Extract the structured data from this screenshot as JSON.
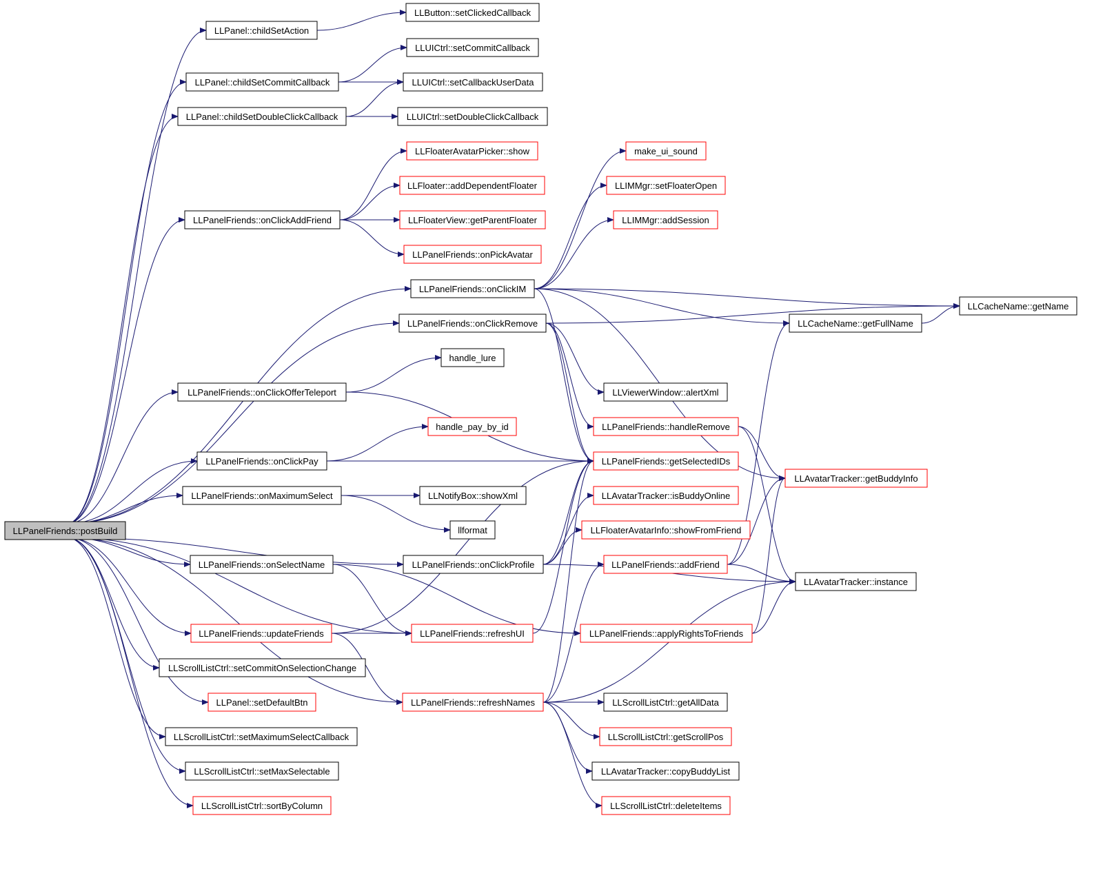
{
  "colors": {
    "edge": "#191970",
    "node_border_default": "#000000",
    "node_border_truncated": "#ff0000",
    "root_fill": "#bfbfbf"
  },
  "nodes": [
    {
      "id": "postBuild",
      "label": "LLPanelFriends::postBuild",
      "border": "black",
      "root": true
    },
    {
      "id": "childSetAction",
      "label": "LLPanel::childSetAction",
      "border": "black"
    },
    {
      "id": "childSetCommitCallback",
      "label": "LLPanel::childSetCommitCallback",
      "border": "black"
    },
    {
      "id": "childSetDoubleClickCallback",
      "label": "LLPanel::childSetDoubleClickCallback",
      "border": "black"
    },
    {
      "id": "onClickAddFriend",
      "label": "LLPanelFriends::onClickAddFriend",
      "border": "black"
    },
    {
      "id": "onClickIM",
      "label": "LLPanelFriends::onClickIM",
      "border": "black"
    },
    {
      "id": "onClickRemove",
      "label": "LLPanelFriends::onClickRemove",
      "border": "black"
    },
    {
      "id": "onClickOfferTeleport",
      "label": "LLPanelFriends::onClickOfferTeleport",
      "border": "black"
    },
    {
      "id": "onClickPay",
      "label": "LLPanelFriends::onClickPay",
      "border": "black"
    },
    {
      "id": "onMaximumSelect",
      "label": "LLPanelFriends::onMaximumSelect",
      "border": "black"
    },
    {
      "id": "onSelectName",
      "label": "LLPanelFriends::onSelectName",
      "border": "black"
    },
    {
      "id": "onClickProfile",
      "label": "LLPanelFriends::onClickProfile",
      "border": "black"
    },
    {
      "id": "updateFriends",
      "label": "LLPanelFriends::updateFriends",
      "border": "red"
    },
    {
      "id": "setCommitOnSelectionChange",
      "label": "LLScrollListCtrl::setCommitOnSelectionChange",
      "border": "black"
    },
    {
      "id": "setDefaultBtn",
      "label": "LLPanel::setDefaultBtn",
      "border": "red"
    },
    {
      "id": "setMaximumSelectCallback",
      "label": "LLScrollListCtrl::setMaximumSelectCallback",
      "border": "black"
    },
    {
      "id": "setMaxSelectable",
      "label": "LLScrollListCtrl::setMaxSelectable",
      "border": "black"
    },
    {
      "id": "sortByColumn",
      "label": "LLScrollListCtrl::sortByColumn",
      "border": "red"
    },
    {
      "id": "setClickedCallback",
      "label": "LLButton::setClickedCallback",
      "border": "black"
    },
    {
      "id": "setCommitCallback",
      "label": "LLUICtrl::setCommitCallback",
      "border": "black"
    },
    {
      "id": "setCallbackUserData",
      "label": "LLUICtrl::setCallbackUserData",
      "border": "black"
    },
    {
      "id": "setDoubleClickCallback",
      "label": "LLUICtrl::setDoubleClickCallback",
      "border": "black"
    },
    {
      "id": "avatarPickerShow",
      "label": "LLFloaterAvatarPicker::show",
      "border": "red"
    },
    {
      "id": "addDependentFloater",
      "label": "LLFloater::addDependentFloater",
      "border": "red"
    },
    {
      "id": "getParentFloater",
      "label": "LLFloaterView::getParentFloater",
      "border": "red"
    },
    {
      "id": "onPickAvatar",
      "label": "LLPanelFriends::onPickAvatar",
      "border": "red"
    },
    {
      "id": "handleLure",
      "label": "handle_lure",
      "border": "black"
    },
    {
      "id": "handlePayById",
      "label": "handle_pay_by_id",
      "border": "red"
    },
    {
      "id": "showXml",
      "label": "LLNotifyBox::showXml",
      "border": "black"
    },
    {
      "id": "llformat",
      "label": "llformat",
      "border": "black"
    },
    {
      "id": "refreshUI",
      "label": "LLPanelFriends::refreshUI",
      "border": "red"
    },
    {
      "id": "refreshNames",
      "label": "LLPanelFriends::refreshNames",
      "border": "red"
    },
    {
      "id": "makeUiSound",
      "label": "make_ui_sound",
      "border": "red"
    },
    {
      "id": "setFloaterOpen",
      "label": "LLIMMgr::setFloaterOpen",
      "border": "red"
    },
    {
      "id": "addSession",
      "label": "LLIMMgr::addSession",
      "border": "red"
    },
    {
      "id": "alertXml",
      "label": "LLViewerWindow::alertXml",
      "border": "black"
    },
    {
      "id": "handleRemove",
      "label": "LLPanelFriends::handleRemove",
      "border": "red"
    },
    {
      "id": "getSelectedIDs",
      "label": "LLPanelFriends::getSelectedIDs",
      "border": "red"
    },
    {
      "id": "isBuddyOnline",
      "label": "LLAvatarTracker::isBuddyOnline",
      "border": "red"
    },
    {
      "id": "showFromFriend",
      "label": "LLFloaterAvatarInfo::showFromFriend",
      "border": "red"
    },
    {
      "id": "addFriend",
      "label": "LLPanelFriends::addFriend",
      "border": "red"
    },
    {
      "id": "applyRightsToFriends",
      "label": "LLPanelFriends::applyRightsToFriends",
      "border": "red"
    },
    {
      "id": "getAllData",
      "label": "LLScrollListCtrl::getAllData",
      "border": "black"
    },
    {
      "id": "getScrollPos",
      "label": "LLScrollListCtrl::getScrollPos",
      "border": "red"
    },
    {
      "id": "copyBuddyList",
      "label": "LLAvatarTracker::copyBuddyList",
      "border": "black"
    },
    {
      "id": "deleteItems",
      "label": "LLScrollListCtrl::deleteItems",
      "border": "red"
    },
    {
      "id": "getName",
      "label": "LLCacheName::getName",
      "border": "black"
    },
    {
      "id": "getFullName",
      "label": "LLCacheName::getFullName",
      "border": "black"
    },
    {
      "id": "getBuddyInfo",
      "label": "LLAvatarTracker::getBuddyInfo",
      "border": "red"
    },
    {
      "id": "instance",
      "label": "LLAvatarTracker::instance",
      "border": "black"
    }
  ],
  "edges": [
    [
      "postBuild",
      "childSetAction"
    ],
    [
      "postBuild",
      "childSetCommitCallback"
    ],
    [
      "postBuild",
      "childSetDoubleClickCallback"
    ],
    [
      "postBuild",
      "onClickAddFriend"
    ],
    [
      "postBuild",
      "onClickIM"
    ],
    [
      "postBuild",
      "onClickRemove"
    ],
    [
      "postBuild",
      "onClickOfferTeleport"
    ],
    [
      "postBuild",
      "onClickPay"
    ],
    [
      "postBuild",
      "onMaximumSelect"
    ],
    [
      "postBuild",
      "onSelectName"
    ],
    [
      "postBuild",
      "onClickProfile"
    ],
    [
      "postBuild",
      "refreshUI"
    ],
    [
      "postBuild",
      "updateFriends"
    ],
    [
      "postBuild",
      "setCommitOnSelectionChange"
    ],
    [
      "postBuild",
      "setDefaultBtn"
    ],
    [
      "postBuild",
      "setMaximumSelectCallback"
    ],
    [
      "postBuild",
      "setMaxSelectable"
    ],
    [
      "postBuild",
      "sortByColumn"
    ],
    [
      "postBuild",
      "refreshNames"
    ],
    [
      "childSetAction",
      "setClickedCallback"
    ],
    [
      "childSetCommitCallback",
      "setCommitCallback"
    ],
    [
      "childSetCommitCallback",
      "setCallbackUserData"
    ],
    [
      "childSetDoubleClickCallback",
      "setDoubleClickCallback"
    ],
    [
      "childSetDoubleClickCallback",
      "setCallbackUserData"
    ],
    [
      "onClickAddFriend",
      "avatarPickerShow"
    ],
    [
      "onClickAddFriend",
      "addDependentFloater"
    ],
    [
      "onClickAddFriend",
      "getParentFloater"
    ],
    [
      "onClickAddFriend",
      "onPickAvatar"
    ],
    [
      "onClickIM",
      "makeUiSound"
    ],
    [
      "onClickIM",
      "setFloaterOpen"
    ],
    [
      "onClickIM",
      "addSession"
    ],
    [
      "onClickIM",
      "getName"
    ],
    [
      "onClickIM",
      "getFullName"
    ],
    [
      "onClickIM",
      "getSelectedIDs"
    ],
    [
      "onClickIM",
      "getBuddyInfo"
    ],
    [
      "onClickRemove",
      "getName"
    ],
    [
      "onClickRemove",
      "alertXml"
    ],
    [
      "onClickRemove",
      "handleRemove"
    ],
    [
      "onClickRemove",
      "getSelectedIDs"
    ],
    [
      "onClickOfferTeleport",
      "handleLure"
    ],
    [
      "onClickOfferTeleport",
      "getSelectedIDs"
    ],
    [
      "onClickPay",
      "handlePayById"
    ],
    [
      "onClickPay",
      "getSelectedIDs"
    ],
    [
      "onMaximumSelect",
      "showXml"
    ],
    [
      "onMaximumSelect",
      "llformat"
    ],
    [
      "onSelectName",
      "refreshUI"
    ],
    [
      "onSelectName",
      "applyRightsToFriends"
    ],
    [
      "onClickProfile",
      "getSelectedIDs"
    ],
    [
      "onClickProfile",
      "isBuddyOnline"
    ],
    [
      "onClickProfile",
      "showFromFriend"
    ],
    [
      "onClickProfile",
      "instance"
    ],
    [
      "updateFriends",
      "refreshUI"
    ],
    [
      "updateFriends",
      "refreshNames"
    ],
    [
      "updateFriends",
      "getSelectedIDs"
    ],
    [
      "refreshUI",
      "getSelectedIDs"
    ],
    [
      "refreshNames",
      "getSelectedIDs"
    ],
    [
      "refreshNames",
      "addFriend"
    ],
    [
      "refreshNames",
      "instance"
    ],
    [
      "refreshNames",
      "getAllData"
    ],
    [
      "refreshNames",
      "getScrollPos"
    ],
    [
      "refreshNames",
      "copyBuddyList"
    ],
    [
      "refreshNames",
      "deleteItems"
    ],
    [
      "handleRemove",
      "getBuddyInfo"
    ],
    [
      "handleRemove",
      "instance"
    ],
    [
      "addFriend",
      "getFullName"
    ],
    [
      "addFriend",
      "getBuddyInfo"
    ],
    [
      "addFriend",
      "instance"
    ],
    [
      "applyRightsToFriends",
      "getBuddyInfo"
    ],
    [
      "applyRightsToFriends",
      "instance"
    ],
    [
      "getFullName",
      "getName"
    ]
  ]
}
